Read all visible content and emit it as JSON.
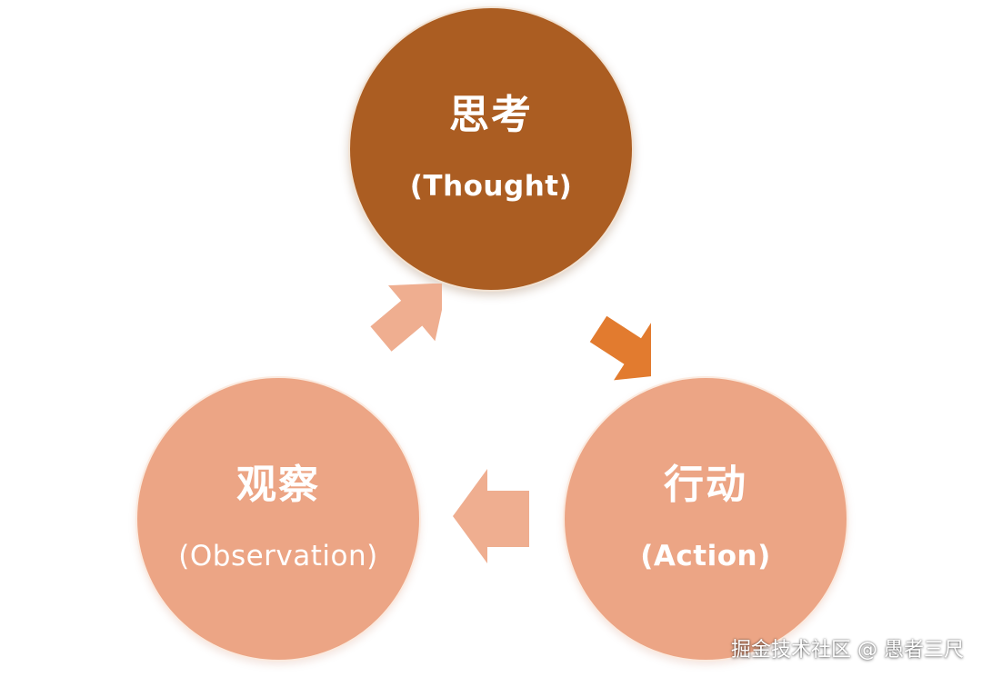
{
  "nodes": {
    "thought": {
      "title": "思考",
      "subtitle": "(Thought)",
      "color": "#ab5d22"
    },
    "observation": {
      "title": "观察",
      "subtitle": "(Observation)",
      "color": "#eca585"
    },
    "action": {
      "title": "行动",
      "subtitle": "(Action)",
      "color": "#eca585"
    }
  },
  "arrows": {
    "thought_to_action": {
      "color": "#e27b2f",
      "icon": "arrow-down-right-icon"
    },
    "action_to_observation": {
      "color": "#efae90",
      "icon": "arrow-left-icon"
    },
    "observation_to_thought": {
      "color": "#efae90",
      "icon": "arrow-up-right-icon"
    }
  },
  "watermark": "掘金技术社区 @ 愚者三尺"
}
